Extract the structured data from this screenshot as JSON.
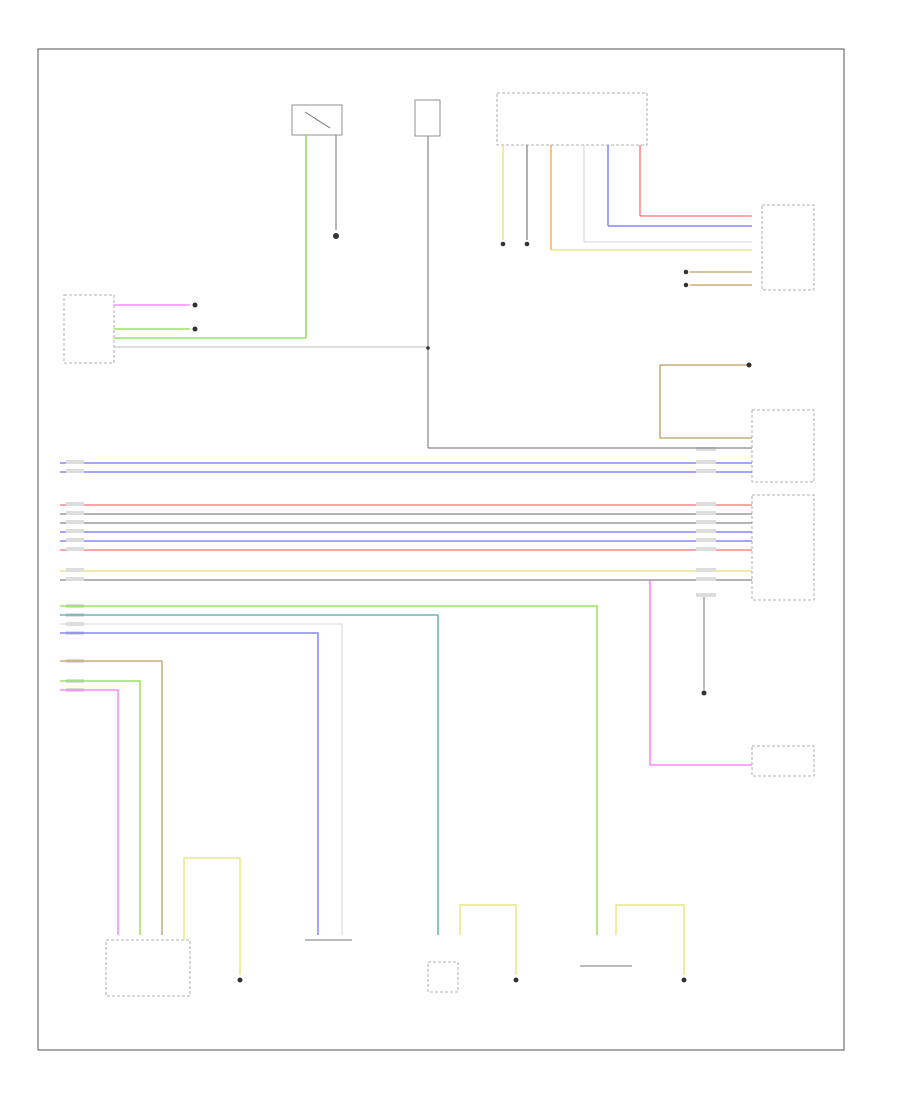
{
  "page_label": "",
  "colors": {
    "blue": "#6f6fff",
    "red": "#ff6f6f",
    "gray": "#888888",
    "green": "#88dd44",
    "yellow": "#e8e070",
    "pink": "#ff70ff",
    "orange": "#ffa040",
    "olive": "#bba060",
    "teal": "#44aaaa",
    "white": "#e0e0e0"
  },
  "components": [
    {
      "id": "front-sensor",
      "lines": [
        "",
        ""
      ]
    },
    {
      "id": "relay-top",
      "lines": [
        "",
        "",
        "",
        ""
      ]
    },
    {
      "id": "front-passenger-switch",
      "lines": [
        "",
        "",
        ""
      ]
    },
    {
      "id": "left-module",
      "lines": [
        "",
        "",
        ""
      ]
    },
    {
      "id": "ground-left-top",
      "lines": [
        "",
        "",
        ""
      ]
    },
    {
      "id": "ground-top-right",
      "lines": [
        "",
        "",
        ""
      ]
    },
    {
      "id": "right-sensor-module",
      "lines": [
        "",
        "",
        ""
      ]
    },
    {
      "id": "ground-right-top",
      "lines": [
        "",
        ""
      ]
    },
    {
      "id": "upper-right-module",
      "lines": [
        "",
        "",
        ""
      ]
    },
    {
      "id": "lower-right-module",
      "lines": [
        "",
        "",
        ""
      ]
    },
    {
      "id": "ground-right-middle",
      "lines": [
        "",
        "",
        ""
      ]
    },
    {
      "id": "lower-right-sensor",
      "lines": [
        "",
        "",
        "",
        ""
      ]
    },
    {
      "id": "left-bottom-module",
      "lines": [
        "",
        "",
        "",
        ""
      ]
    },
    {
      "id": "ground-bottom-1",
      "lines": [
        "",
        "",
        ""
      ]
    },
    {
      "id": "front-center-sensor",
      "lines": [
        "",
        "",
        "",
        "",
        ""
      ]
    },
    {
      "id": "right-rear-sensor",
      "lines": [
        "",
        "",
        "",
        "",
        ""
      ]
    },
    {
      "id": "ground-bottom-2",
      "lines": [
        "",
        ""
      ]
    },
    {
      "id": "left-rear-sensor",
      "lines": [
        "",
        "",
        "",
        "",
        ""
      ]
    },
    {
      "id": "ground-bottom-3",
      "lines": [
        "",
        "",
        ""
      ]
    }
  ]
}
